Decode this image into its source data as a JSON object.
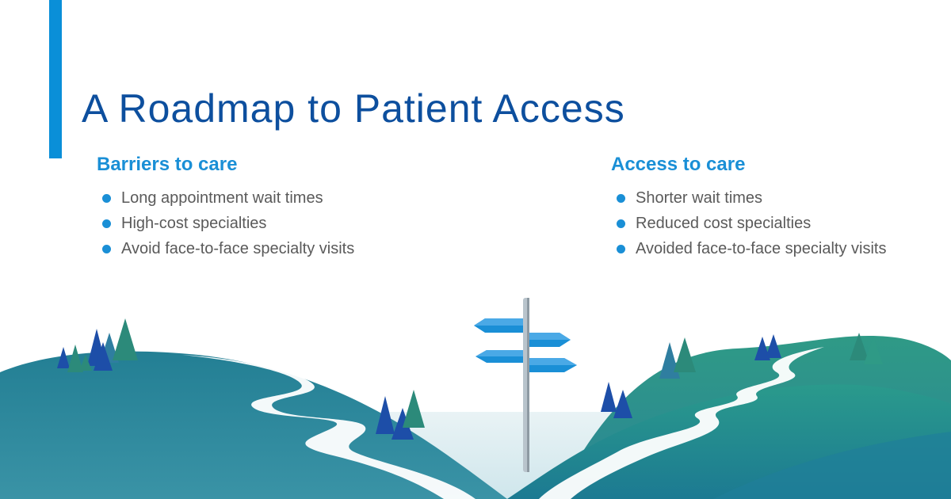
{
  "title": "A Roadmap to Patient Access",
  "colors": {
    "accent_bar": "#0a8fd8",
    "title": "#0d4f9e",
    "heading": "#1a8fd6",
    "text": "#5a5a5a",
    "hills_teal": "#2a8b96",
    "hills_dark": "#0f5e80",
    "trees_blue": "#1d4ea8",
    "trees_green": "#2c8a7a",
    "sign_blue": "#1a8fd6"
  },
  "barriers": {
    "heading": "Barriers to care",
    "items": [
      "Long appointment wait times",
      "High-cost specialties",
      "Avoid face-to-face specialty visits"
    ]
  },
  "access": {
    "heading": "Access to care",
    "items": [
      "Shorter wait times",
      "Reduced cost specialties",
      "Avoided face-to-face specialty visits"
    ]
  },
  "illustration": {
    "subject": "hills-with-winding-roads-and-signpost",
    "icons": [
      "signpost-icon",
      "pine-tree-icon",
      "winding-road-icon"
    ]
  }
}
